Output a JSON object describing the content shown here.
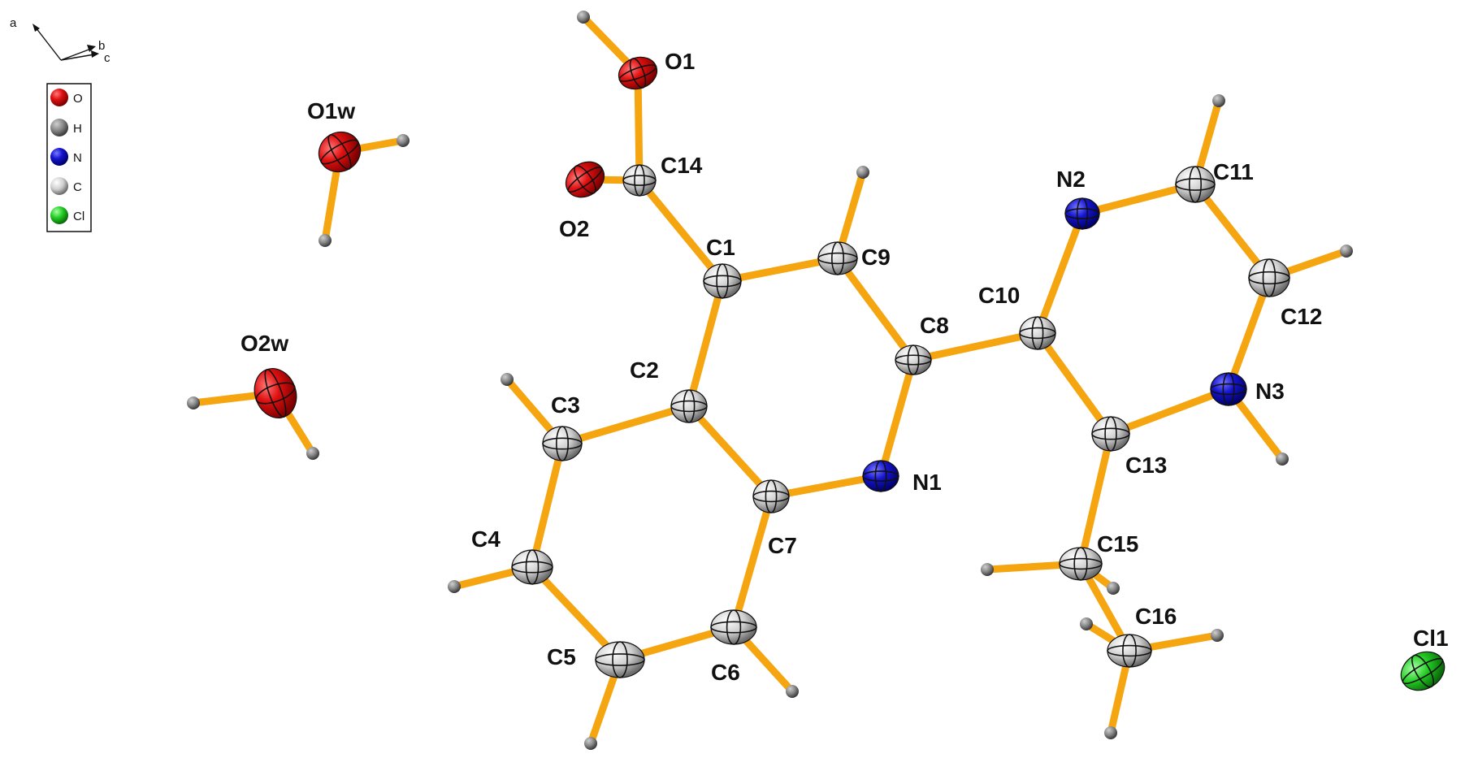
{
  "colors": {
    "bond": "#f5a50f",
    "O": "#dd1111",
    "H": "#808080",
    "N": "#1515cc",
    "C": "#d8d8d8",
    "Cl": "#22cc22"
  },
  "axes": {
    "a": "a",
    "b": "b",
    "c": "c"
  },
  "legend": [
    {
      "element": "O",
      "label": "O"
    },
    {
      "element": "H",
      "label": "H"
    },
    {
      "element": "N",
      "label": "N"
    },
    {
      "element": "C",
      "label": "C"
    },
    {
      "element": "Cl",
      "label": "Cl"
    }
  ],
  "atoms": [
    {
      "id": "O1",
      "element": "O",
      "label": "O1"
    },
    {
      "id": "O2",
      "element": "O",
      "label": "O2"
    },
    {
      "id": "O1w",
      "element": "O",
      "label": "O1w"
    },
    {
      "id": "O2w",
      "element": "O",
      "label": "O2w"
    },
    {
      "id": "N1",
      "element": "N",
      "label": "N1"
    },
    {
      "id": "N2",
      "element": "N",
      "label": "N2"
    },
    {
      "id": "N3",
      "element": "N",
      "label": "N3"
    },
    {
      "id": "C1",
      "element": "C",
      "label": "C1"
    },
    {
      "id": "C2",
      "element": "C",
      "label": "C2"
    },
    {
      "id": "C3",
      "element": "C",
      "label": "C3"
    },
    {
      "id": "C4",
      "element": "C",
      "label": "C4"
    },
    {
      "id": "C5",
      "element": "C",
      "label": "C5"
    },
    {
      "id": "C6",
      "element": "C",
      "label": "C6"
    },
    {
      "id": "C7",
      "element": "C",
      "label": "C7"
    },
    {
      "id": "C8",
      "element": "C",
      "label": "C8"
    },
    {
      "id": "C9",
      "element": "C",
      "label": "C9"
    },
    {
      "id": "C10",
      "element": "C",
      "label": "C10"
    },
    {
      "id": "C11",
      "element": "C",
      "label": "C11"
    },
    {
      "id": "C12",
      "element": "C",
      "label": "C12"
    },
    {
      "id": "C13",
      "element": "C",
      "label": "C13"
    },
    {
      "id": "C14",
      "element": "C",
      "label": "C14"
    },
    {
      "id": "C15",
      "element": "C",
      "label": "C15"
    },
    {
      "id": "C16",
      "element": "C",
      "label": "C16"
    },
    {
      "id": "Cl1",
      "element": "Cl",
      "label": "Cl1"
    }
  ]
}
